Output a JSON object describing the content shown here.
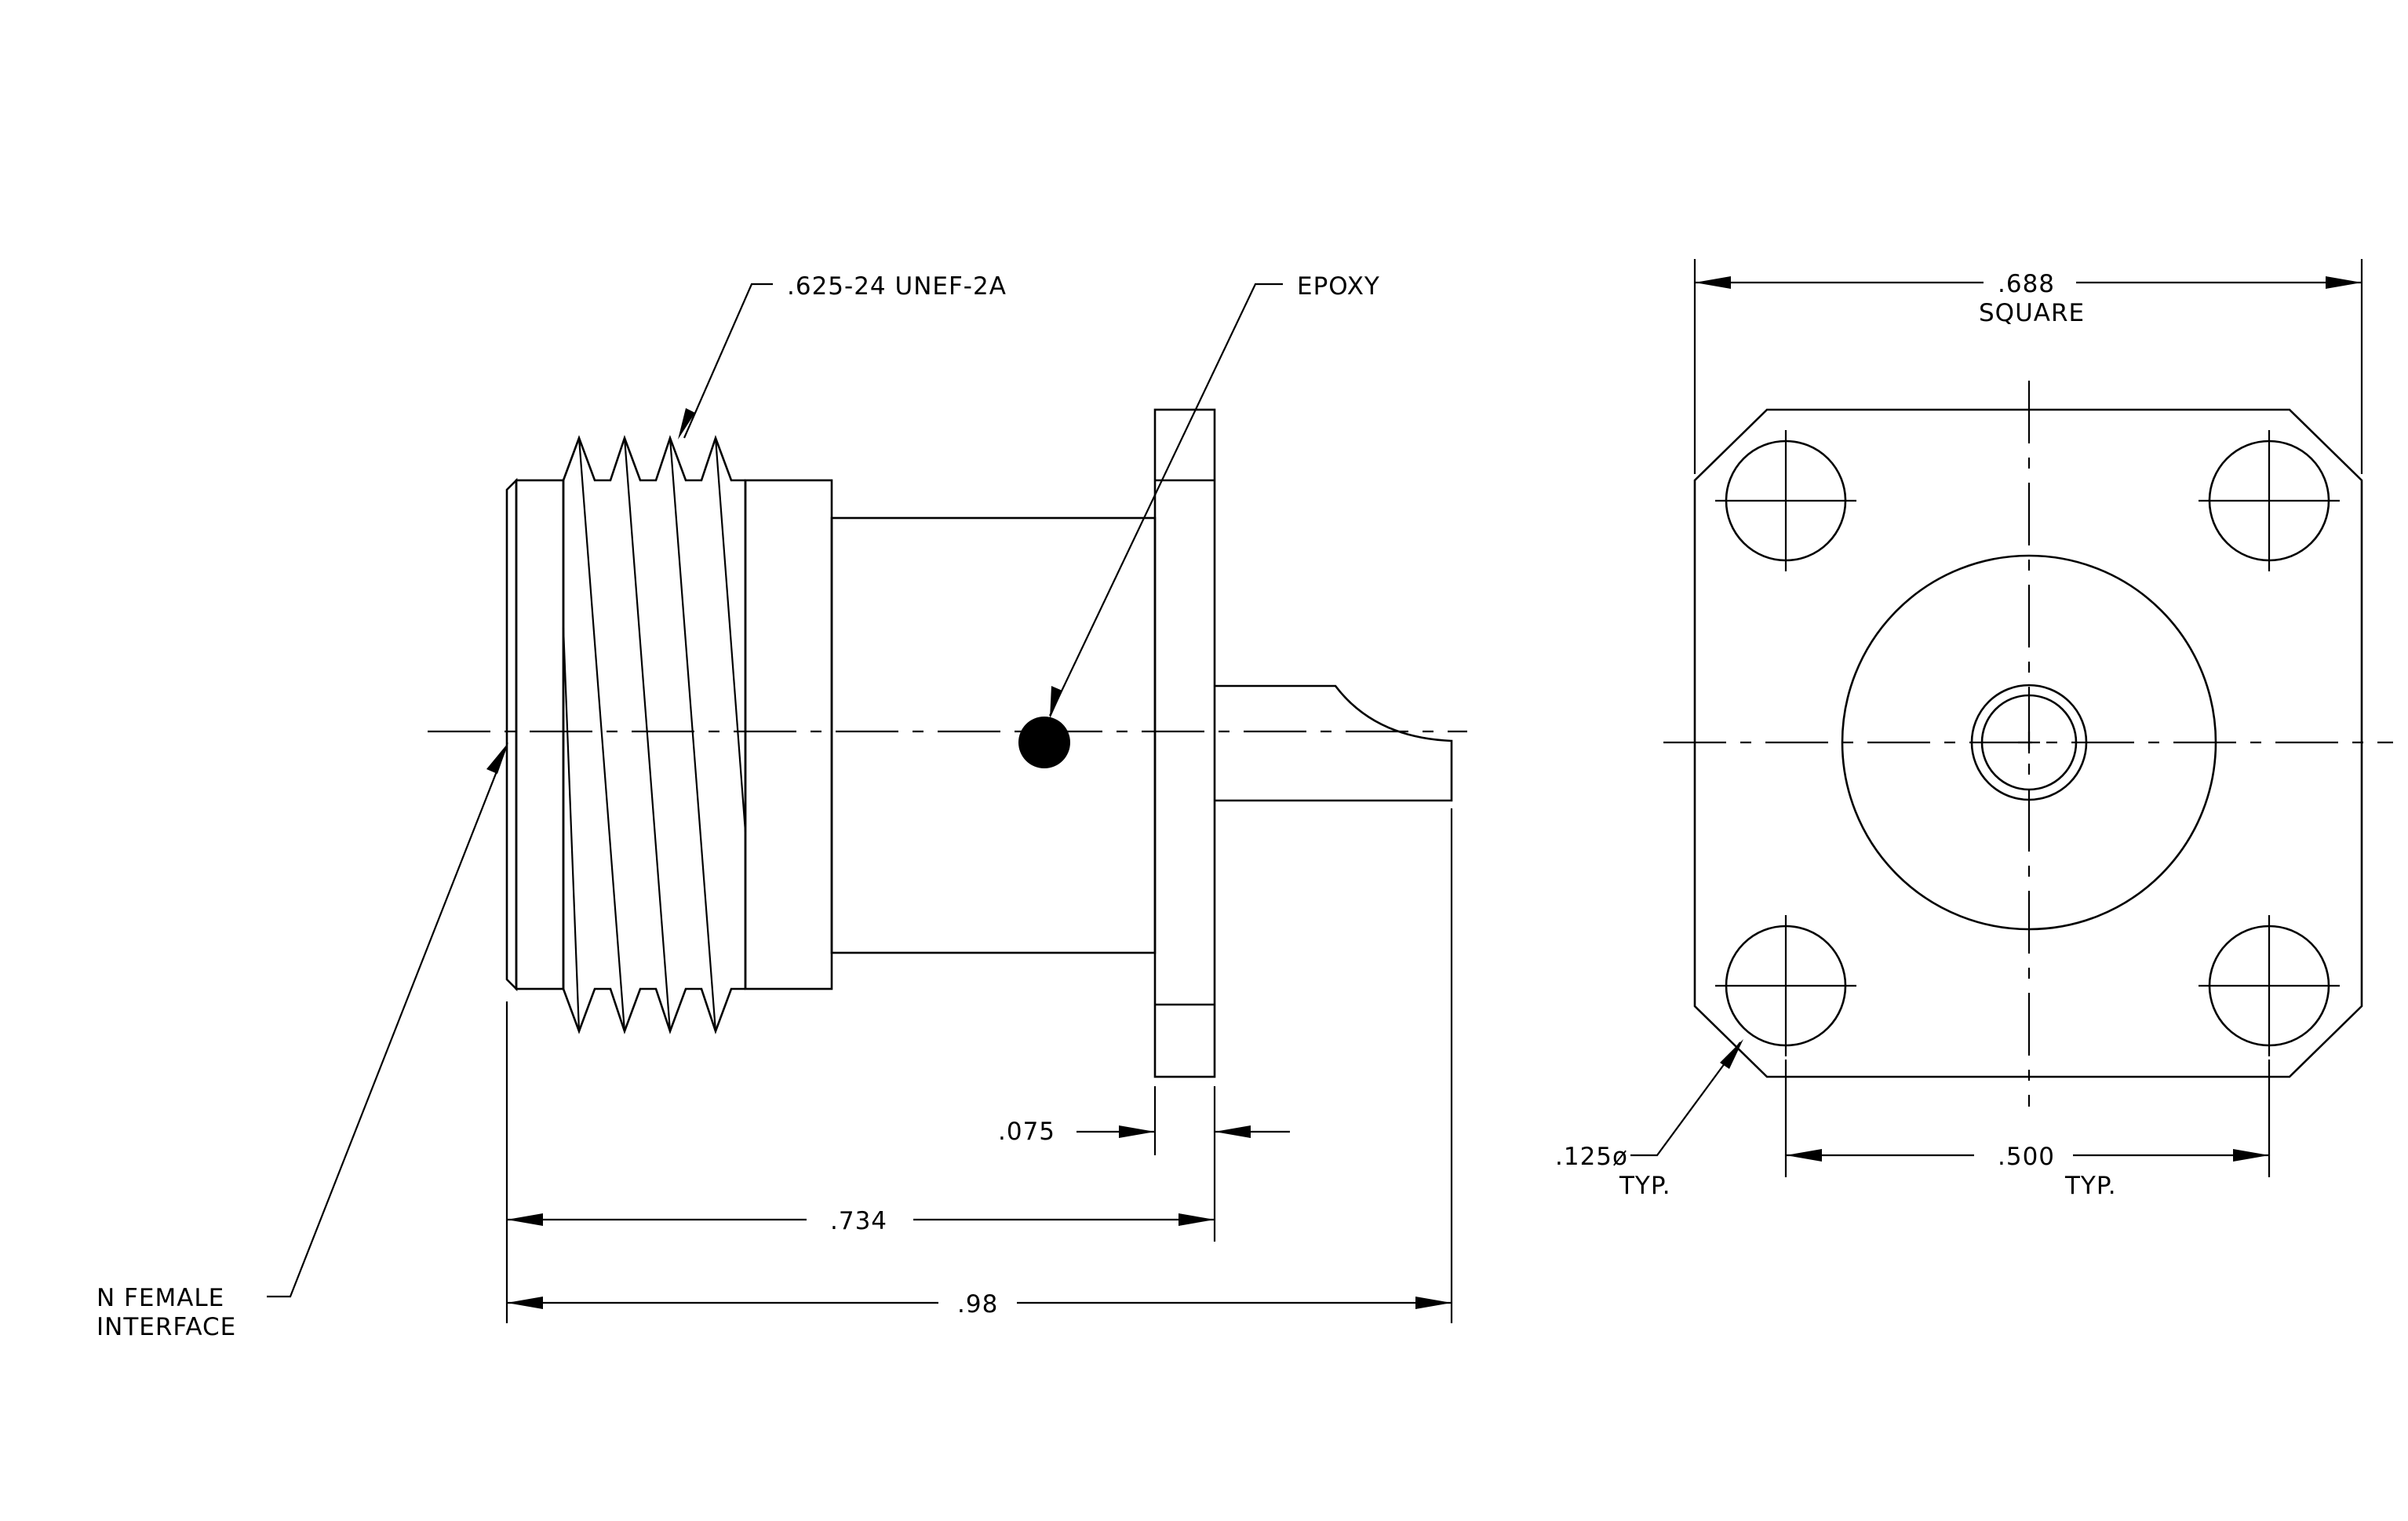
{
  "callouts": {
    "thread": ".625-24 UNEF-2A",
    "epoxy": "EPOXY",
    "interface_line1": "N FEMALE",
    "interface_line2": "INTERFACE"
  },
  "dimensions": {
    "flange_thickness": ".075",
    "body_length": ".734",
    "overall_length": ".98",
    "square_size": ".688",
    "square_note": "SQUARE",
    "hole_diameter": ".125ø",
    "hole_note": "TYP.",
    "hole_spacing": ".500",
    "spacing_note": "TYP."
  }
}
